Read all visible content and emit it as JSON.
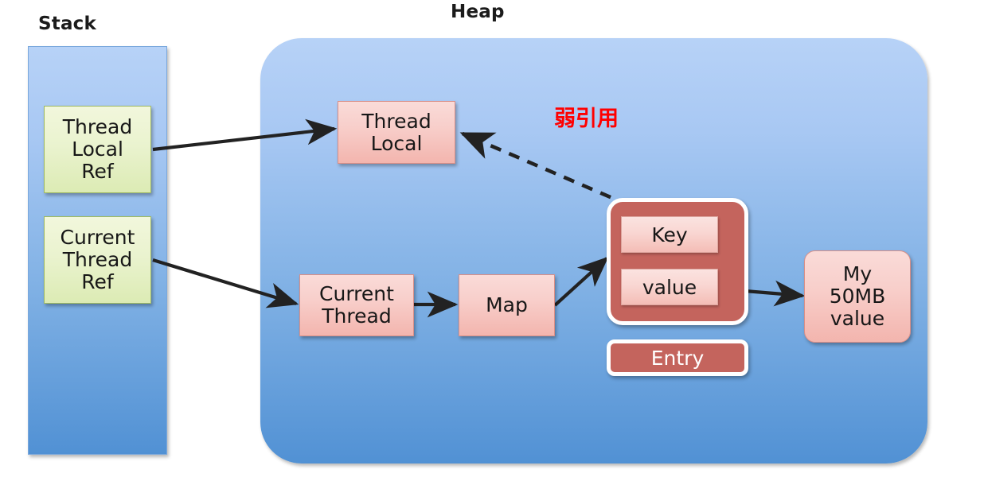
{
  "diagram": {
    "title_stack": "Stack",
    "title_heap": "Heap",
    "annotation_weak_ref": "弱引用",
    "colors": {
      "stack_heap_blue_top": "#b7d2f7",
      "stack_heap_blue_bottom": "#5191d4",
      "green_node": "#eaf3cf",
      "pink_node": "#f8cfcb",
      "entry_red": "#c4645d",
      "annotation_red": "#ff0000",
      "arrow_black": "#222222"
    }
  },
  "stack": {
    "label": "Stack",
    "nodes": [
      {
        "id": "thread-local-ref",
        "text": "Thread\nLocal\nRef"
      },
      {
        "id": "current-thread-ref",
        "text": "Current\nThread\nRef"
      }
    ]
  },
  "heap": {
    "label": "Heap",
    "nodes": [
      {
        "id": "thread-local",
        "text": "Thread\nLocal"
      },
      {
        "id": "current-thread",
        "text": "Current\nThread"
      },
      {
        "id": "map",
        "text": "Map"
      },
      {
        "id": "my-value",
        "text": "My\n50MB\nvalue"
      }
    ],
    "entry": {
      "label": "Entry",
      "key_label": "Key",
      "value_label": "value"
    }
  },
  "arrows": [
    {
      "id": "threadlocalref-to-threadlocal",
      "from": "thread-local-ref",
      "to": "thread-local",
      "style": "solid"
    },
    {
      "id": "currentthreadref-to-currentthread",
      "from": "current-thread-ref",
      "to": "current-thread",
      "style": "solid"
    },
    {
      "id": "currentthread-to-map",
      "from": "current-thread",
      "to": "map",
      "style": "solid"
    },
    {
      "id": "map-to-entry",
      "from": "map",
      "to": "entry",
      "style": "solid"
    },
    {
      "id": "key-to-threadlocal-weakref",
      "from": "entry-key",
      "to": "thread-local",
      "style": "dashed",
      "note": "弱引用"
    },
    {
      "id": "value-to-myvalue",
      "from": "entry-value",
      "to": "my-value",
      "style": "solid"
    }
  ]
}
